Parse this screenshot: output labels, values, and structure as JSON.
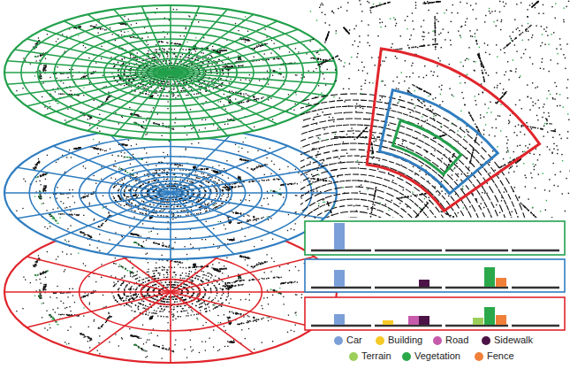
{
  "diagram": {
    "legend": [
      {
        "text": "Car",
        "color": "#7b9fd8"
      },
      {
        "text": "Building",
        "color": "#f6c927"
      },
      {
        "text": "Road",
        "color": "#c65bab"
      },
      {
        "text": "Sidewalk",
        "color": "#4b1346"
      },
      {
        "text": "Terrain",
        "color": "#9ccf5a"
      },
      {
        "text": "Vegetation",
        "color": "#2aa84a"
      },
      {
        "text": "Fence",
        "color": "#f07f3a"
      }
    ]
  }
}
